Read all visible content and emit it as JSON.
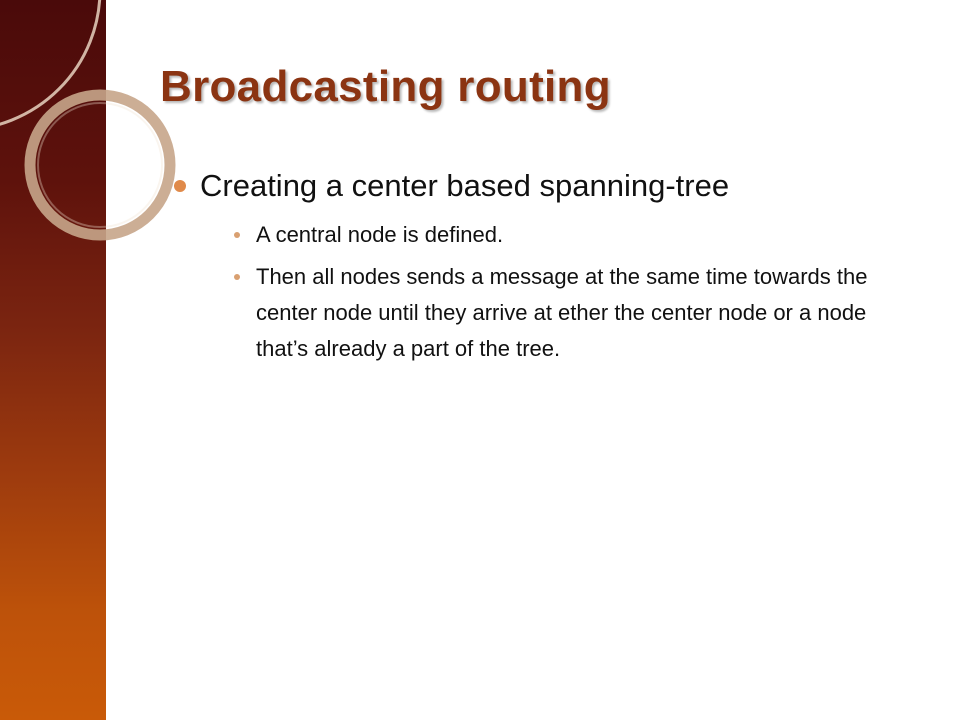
{
  "slide": {
    "title": "Broadcasting routing",
    "bullets": [
      {
        "text": "Creating a center based spanning-tree",
        "sub_bullets": [
          {
            "text": "A central node is defined."
          },
          {
            "text": "Then all nodes sends a message at the same time towards the center node until they arrive at ether the center node or a node that’s already  a part of the tree."
          }
        ]
      }
    ]
  },
  "theme": {
    "title_color": "#8b3412",
    "band_top_color": "#4a0a0a",
    "band_bottom_color": "#c95a08",
    "bullet_color": "#e08a4a",
    "sub_bullet_color": "#d9a071",
    "ring_color": "#c7a58a"
  }
}
